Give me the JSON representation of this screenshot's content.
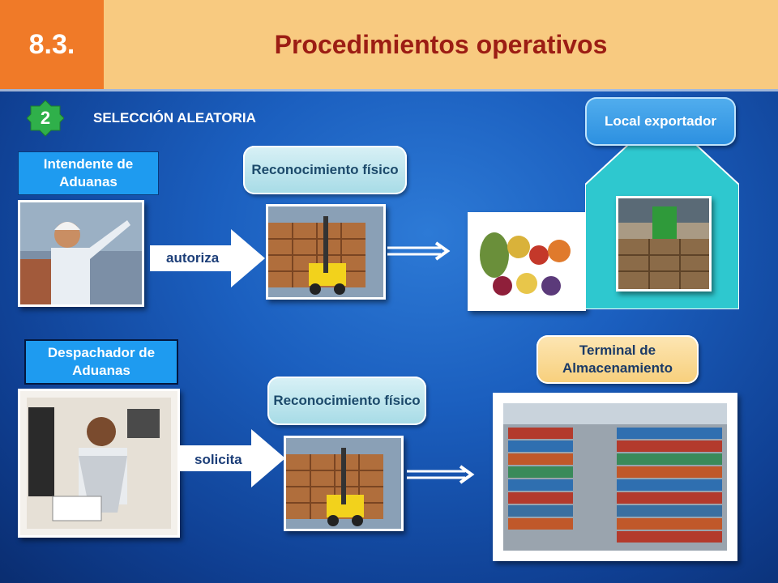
{
  "header": {
    "section_number": "8.3.",
    "title": "Procedimientos operativos"
  },
  "step": {
    "number": "2",
    "label": "SELECCIÓN ALEATORIA"
  },
  "row1": {
    "role_label": "Intendente de Aduanas",
    "verb": "autoriza",
    "inspection_label": "Reconocimiento físico",
    "destination_label": "Local exportador"
  },
  "row2": {
    "role_label": "Despachador de Aduanas",
    "verb": "solicita",
    "inspection_label": "Reconocimiento físico",
    "destination_label": "Terminal de Almacenamiento"
  },
  "colors": {
    "header_number_bg": "#f07a28",
    "header_title_bg": "#f8ca80",
    "title_text": "#9c1d14",
    "badge": "#2fb04a"
  }
}
